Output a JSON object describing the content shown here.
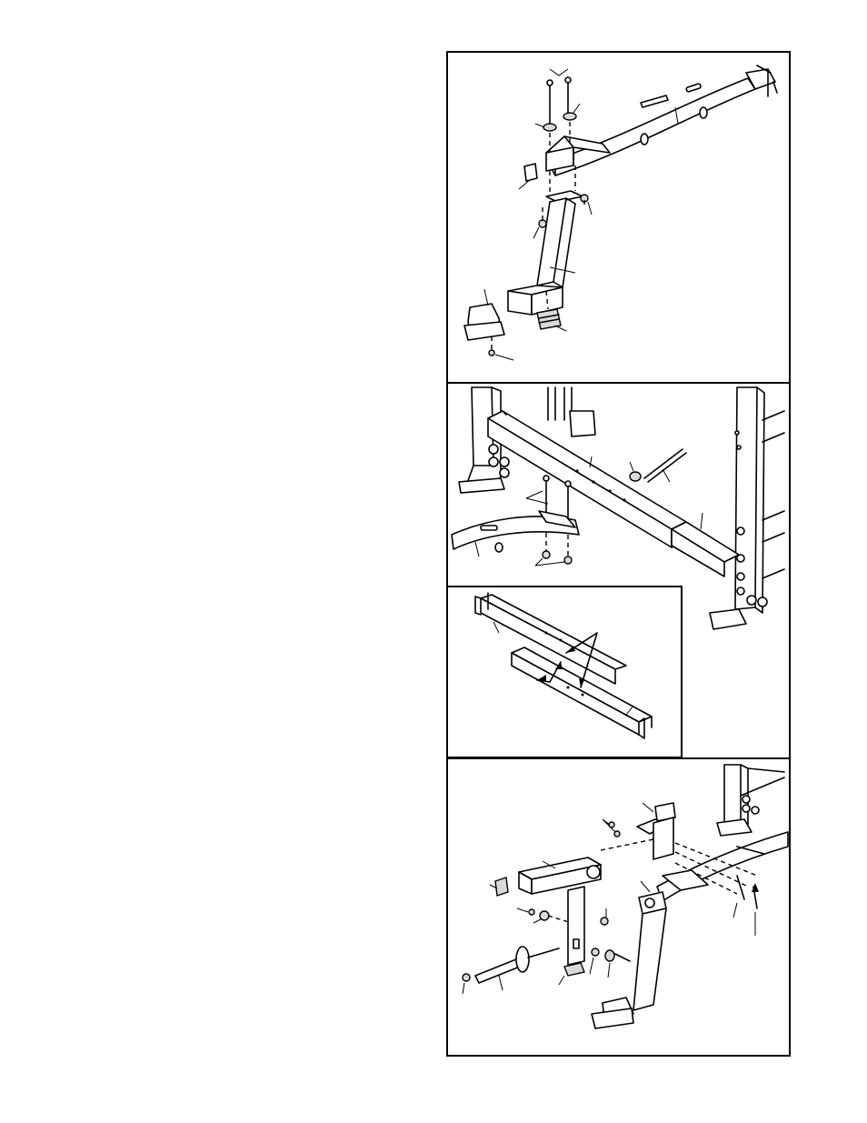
{
  "page": {
    "background": "#ffffff",
    "line_color": "#000000"
  },
  "panels": [
    {
      "id": "step-1",
      "caption": ""
    },
    {
      "id": "step-2",
      "caption": ""
    },
    {
      "id": "step-2-inset",
      "caption": ""
    },
    {
      "id": "step-3",
      "caption": ""
    }
  ]
}
